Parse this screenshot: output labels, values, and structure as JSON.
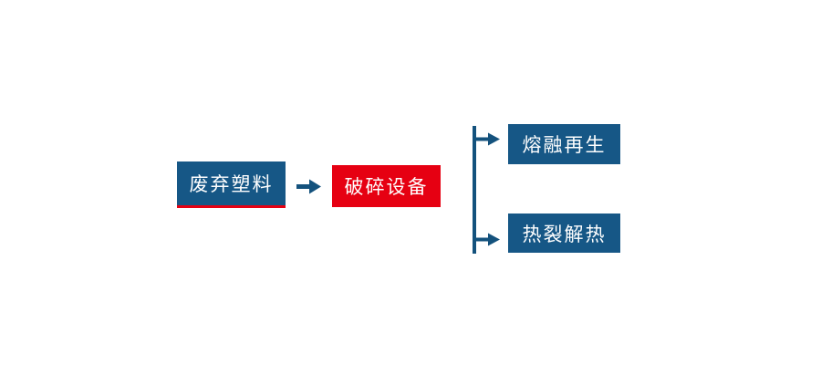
{
  "flowchart": {
    "background": "#ffffff",
    "connector_color": "#14527d",
    "nodes": {
      "waste_plastic": {
        "label": "废弃塑料",
        "bg": "#165786",
        "text_color": "#ffffff",
        "accent_underline": "#e60012"
      },
      "crushing_equipment": {
        "label": "破碎设备",
        "bg": "#e60012",
        "text_color": "#ffffff"
      },
      "melt_regeneration": {
        "label": "熔融再生",
        "bg": "#165786",
        "text_color": "#ffffff"
      },
      "pyrolysis_heat": {
        "label": "热裂解热",
        "bg": "#165786",
        "text_color": "#ffffff"
      }
    },
    "connections": [
      {
        "from": "waste_plastic",
        "to": "crushing_equipment",
        "style": "arrow"
      },
      {
        "from": "crushing_equipment",
        "to": "melt_regeneration",
        "style": "branch-arrow"
      },
      {
        "from": "crushing_equipment",
        "to": "pyrolysis_heat",
        "style": "branch-arrow"
      }
    ]
  }
}
